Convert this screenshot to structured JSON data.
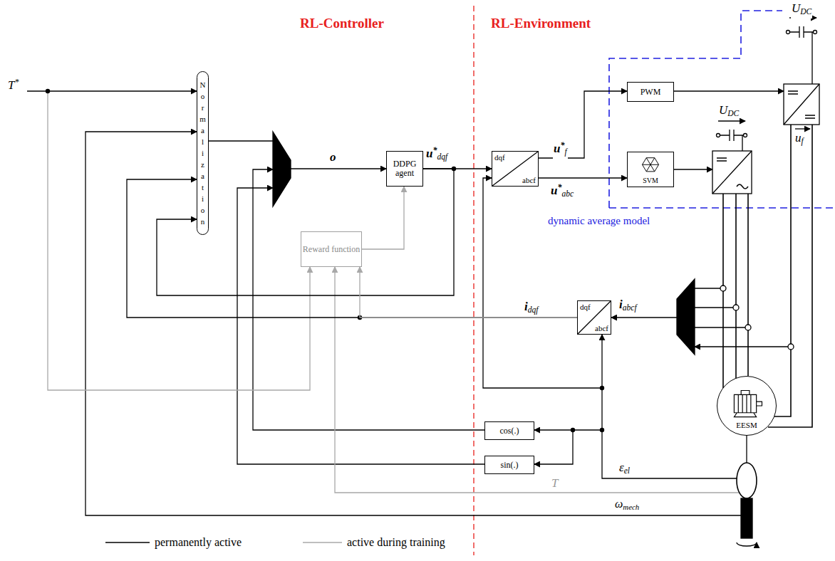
{
  "diagram": {
    "nodes": [
      {
        "text": [
          "Normalization"
        ]
      },
      {
        "text": [
          "DDPG agent"
        ]
      },
      {
        "text": [
          "Reward function"
        ]
      },
      {
        "text": [
          "dqf",
          "abcf"
        ]
      },
      {
        "text": [
          "PWM"
        ]
      },
      {
        "text": [
          "SVM"
        ]
      },
      {
        "text": [
          "dqf",
          "abcf"
        ]
      },
      {
        "text": [
          "cos(.)"
        ]
      },
      {
        "text": [
          "sin(.)"
        ]
      },
      {
        "text": [
          "EESM"
        ]
      }
    ],
    "edges": [
      {
        "from": 0,
        "to": 1,
        "arrow": "to",
        "label": "o"
      },
      {
        "from": 1,
        "to": 3,
        "arrow": "to",
        "label": "u*dqf"
      },
      {
        "from": 1,
        "to": 0,
        "arrow": "to"
      },
      {
        "from": 3,
        "to": 4,
        "arrow": "to",
        "label": "u*f"
      },
      {
        "from": 3,
        "to": 5,
        "arrow": "to",
        "label": "u*abc"
      },
      {
        "from": 6,
        "to": 0,
        "arrow": "to",
        "label": "idqf"
      },
      {
        "from": 6,
        "to": 2,
        "arrow": "to"
      },
      {
        "from": 2,
        "to": 1,
        "arrow": "to"
      }
    ],
    "labels": [
      "RL-Controller",
      "RL-Environment",
      "T*",
      "UDC",
      "UDC",
      "uf",
      "dynamic average model",
      "iabcf",
      "εel",
      "T",
      "ωmech"
    ],
    "legend": [
      {
        "text": "permanently active"
      },
      {
        "text": "active during training"
      }
    ]
  }
}
